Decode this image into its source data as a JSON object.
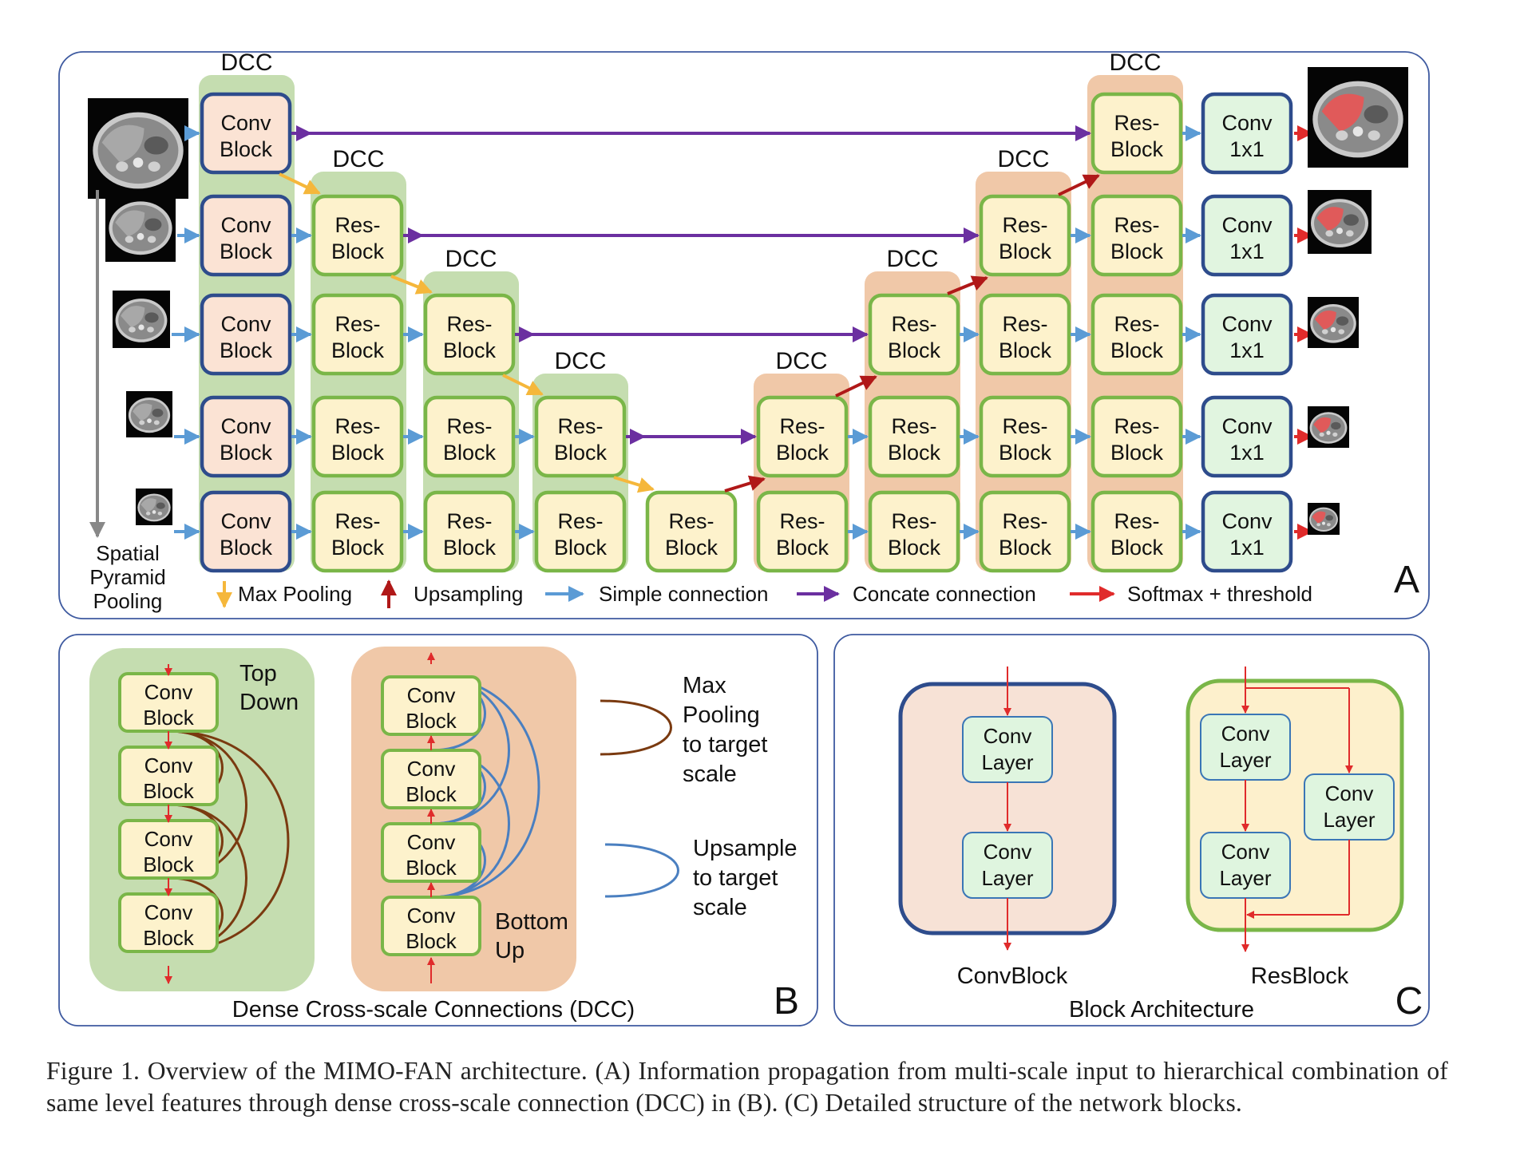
{
  "panel_a": {
    "letter": "A",
    "dcc_label": "DCC",
    "conv_block": [
      "Conv",
      "Block"
    ],
    "res_block": [
      "Res-",
      "Block"
    ],
    "conv1x1": [
      "Conv",
      "1x1"
    ],
    "spp_label": [
      "Spatial",
      "Pyramid",
      "Pooling"
    ],
    "legend": {
      "max_pooling": "Max Pooling",
      "upsampling": "Upsampling",
      "simple": "Simple connection",
      "concate": "Concate connection",
      "softmax": "Softmax + threshold"
    }
  },
  "panel_b": {
    "letter": "B",
    "title": "Dense Cross-scale Connections (DCC)",
    "top_down": [
      "Top",
      "Down"
    ],
    "bottom_up": [
      "Bottom",
      "Up"
    ],
    "conv_block": [
      "Conv",
      "Block"
    ],
    "legend_max": [
      "Max",
      "Pooling",
      "to target",
      "scale"
    ],
    "legend_up": [
      "Upsample",
      "to target",
      "scale"
    ]
  },
  "panel_c": {
    "letter": "C",
    "title": "Block Architecture",
    "conv_block_label": "ConvBlock",
    "res_block_label": "ResBlock",
    "conv_layer": [
      "Conv",
      "Layer"
    ]
  },
  "colors": {
    "green_bg": "#c5ddb0",
    "orange_bg": "#f0c8a8",
    "conv_fill": "#fbe3d4",
    "res_fill": "#fdf2cc",
    "conv1x1_fill": "#e1f5e0",
    "navy": "#2e4c8c",
    "green": "#7ab648",
    "purple": "#6b2fa0",
    "blue": "#5b9bd5",
    "yellow": "#f5b73b",
    "darkred": "#b01818",
    "red": "#e02b2b",
    "brown": "#7a3a10"
  },
  "caption": "Figure 1. Overview of the MIMO-FAN architecture. (A) Information propagation from multi-scale input to hierarchical combination of same level features through dense cross-scale connection (DCC) in (B). (C) Detailed structure of the network blocks."
}
